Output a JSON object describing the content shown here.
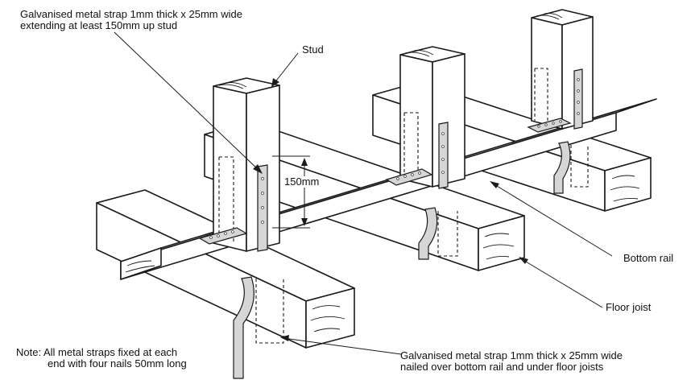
{
  "labels": {
    "strap_top_line1": "Galvanised metal strap 1mm thick x 25mm wide",
    "strap_top_line2": "extending at least 150mm up stud",
    "stud": "Stud",
    "dimension": "150mm",
    "bottom_rail": "Bottom rail",
    "floor_joist": "Floor joist",
    "note_line1": "Note: All metal straps fixed at each",
    "note_line2": "end with four nails 50mm long",
    "strap_bottom_line1": "Galvanised metal strap 1mm thick x 25mm wide",
    "strap_bottom_line2": "nailed over bottom rail and under floor joists"
  },
  "colors": {
    "line": "#1a1a1a",
    "strap_fill": "#d6d6d6",
    "background": "#ffffff"
  }
}
